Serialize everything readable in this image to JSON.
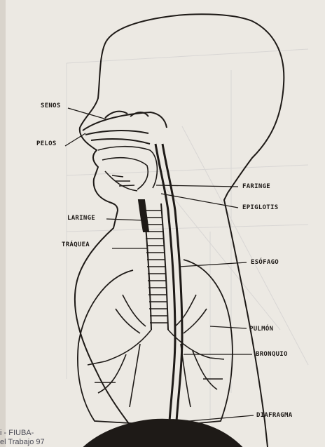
{
  "diagram": {
    "labels": {
      "senos": "SENOS",
      "pelos": "PELOS",
      "faringe": "FARINGE",
      "epiglotis": "EPIGLOTIS",
      "laringe": "LARINGE",
      "traquea": "TRÁQUEA",
      "esofago": "ESÓFAGO",
      "pulmon": "PULMÓN",
      "bronquio": "BRONQUIO",
      "diafragma": "DIAFRAGMA"
    }
  },
  "caption": {
    "line1": "i - FIUBA-",
    "line2": "el Trabajo 97"
  },
  "colors": {
    "paper": "#ece9e3",
    "ink": "#1e1a17",
    "faint_grid": "#c8c6c8"
  }
}
